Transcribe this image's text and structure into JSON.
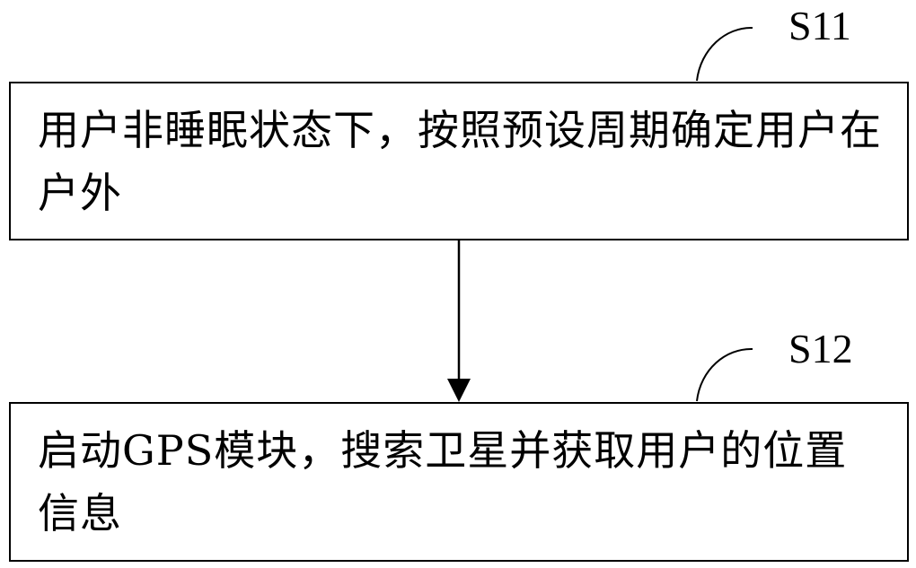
{
  "steps": [
    {
      "label": "S11",
      "text": "用户非睡眠状态下，按照预设周期确定用户在户外"
    },
    {
      "label": "S12",
      "text": "启动GPS模块，搜索卫星并获取用户的位置信息"
    }
  ],
  "colors": {
    "stroke": "#000000",
    "background": "#ffffff"
  }
}
